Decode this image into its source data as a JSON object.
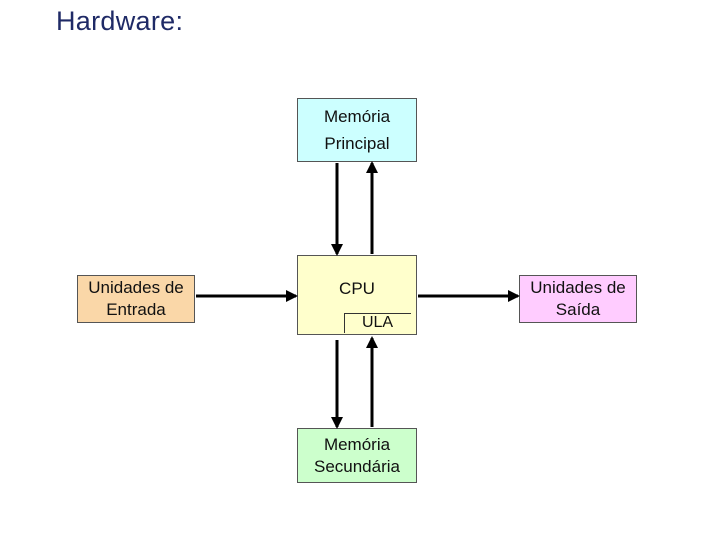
{
  "title": "Hardware:",
  "nodes": {
    "memoria_principal": {
      "line1": "Memória",
      "line2": "Principal"
    },
    "cpu": {
      "label": "CPU",
      "ula": "ULA"
    },
    "entrada": {
      "line1": "Unidades de",
      "line2": "Entrada"
    },
    "saida": {
      "line1": "Unidades de",
      "line2": "Saída"
    },
    "memoria_secundaria": {
      "line1": "Memória",
      "line2": "Secundária"
    }
  },
  "colors": {
    "memoria_principal": "#ccffff",
    "cpu": "#ffffcc",
    "entrada": "#fad7a8",
    "saida": "#ffccff",
    "memoria_secundaria": "#ccffcc",
    "title": "#1f2a66"
  },
  "edges": [
    {
      "from": "memoria_principal",
      "to": "cpu"
    },
    {
      "from": "cpu",
      "to": "memoria_principal"
    },
    {
      "from": "entrada",
      "to": "cpu"
    },
    {
      "from": "cpu",
      "to": "saida"
    },
    {
      "from": "cpu",
      "to": "memoria_secundaria"
    },
    {
      "from": "memoria_secundaria",
      "to": "cpu"
    }
  ]
}
